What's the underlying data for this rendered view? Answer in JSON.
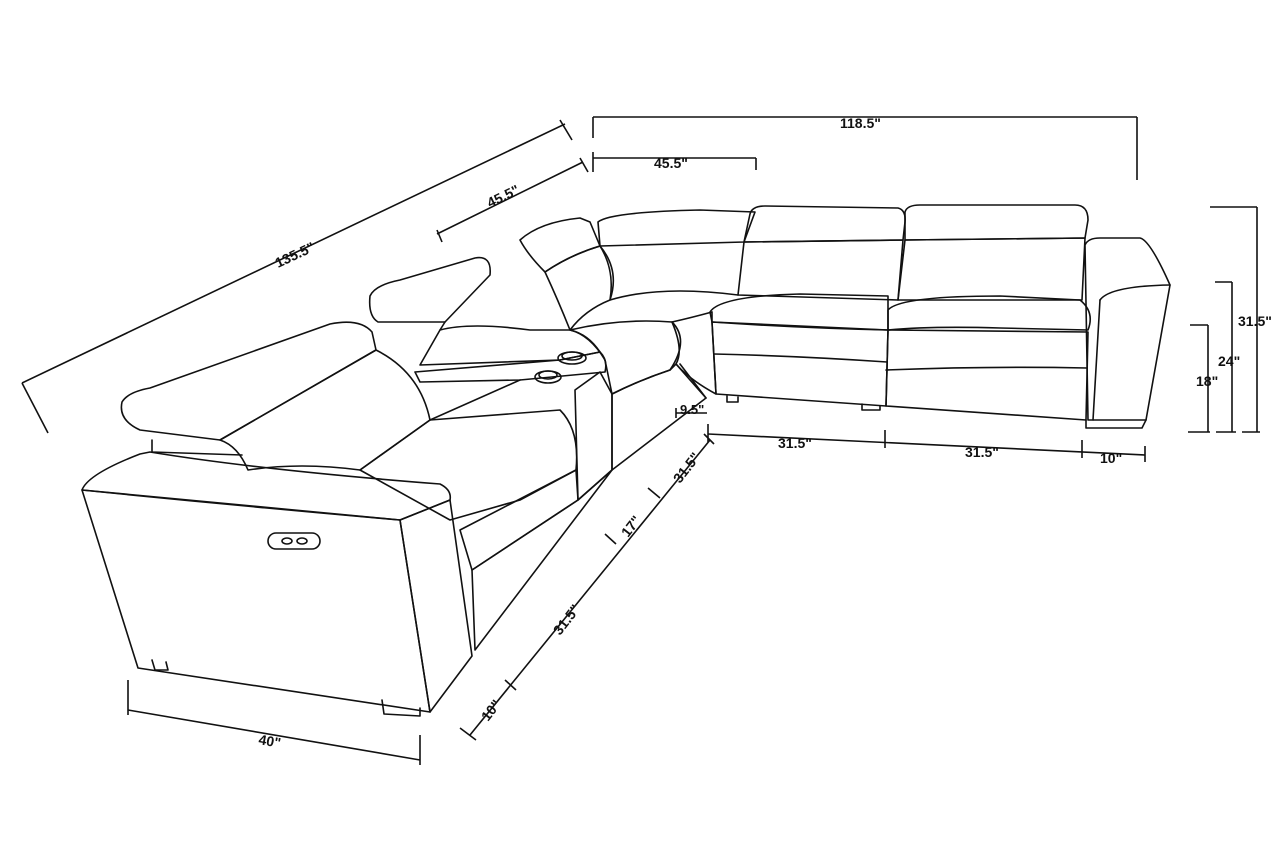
{
  "colors": {
    "line": "#111111",
    "background": "#ffffff"
  },
  "dimensions": {
    "overall_width": "118.5\"",
    "overall_diagonal": "135.5\"",
    "left_console_run": "45.5\"",
    "right_console_run": "45.5\"",
    "overall_height": "31.5\"",
    "arm_height": "24\"",
    "seat_height": "18\"",
    "corner_wedge": "9.5\"",
    "right_seat_1": "31.5\"",
    "right_seat_2": "31.5\"",
    "right_arm": "10\"",
    "left_seat_corner": "31.5\"",
    "console_width": "17\"",
    "left_seat_1": "31.5\"",
    "left_arm": "10\"",
    "depth": "40\""
  }
}
